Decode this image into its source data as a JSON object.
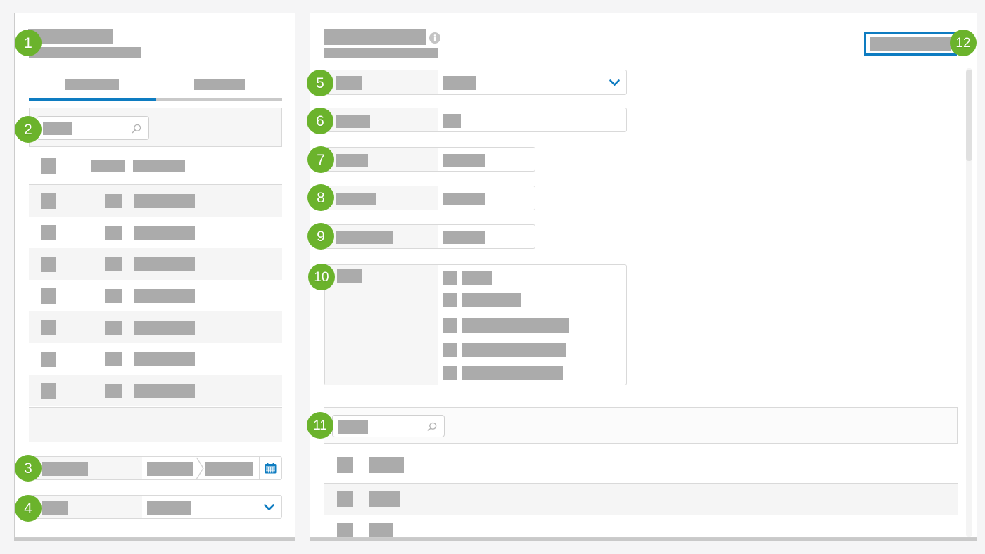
{
  "callouts": [
    "1",
    "2",
    "3",
    "4",
    "5",
    "6",
    "7",
    "8",
    "9",
    "10",
    "11",
    "12"
  ],
  "colors": {
    "accent_blue": "#0e7cc1",
    "callout_green": "#6bb32c",
    "redacted_gray": "#ababab",
    "page_background": "#f5f5f6",
    "panel_background": "#ffffff",
    "stripe_gray": "#f5f5f5",
    "field_label_background": "#f6f6f6",
    "border_gray": "#d9d9d9",
    "panel_shadow": "#c9c9c9",
    "info_icon_gray": "#c4c4c4"
  },
  "icons": {
    "search": "⌕",
    "info": "ⓘ",
    "calendar": "📅",
    "chevron_down": "⌄",
    "range_separator": "❯"
  },
  "left_panel": {
    "tab_count": 2,
    "active_tab_index": 0,
    "table_row_count": 7,
    "table_has_checkboxes": true,
    "has_search_box": true,
    "has_date_range_field": true,
    "has_dropdown_field": true
  },
  "right_panel": {
    "has_info_icon": true,
    "has_primary_button": true,
    "dropdown_field_count": 1,
    "text_field_count": 4,
    "checkbox_option_count": 5,
    "has_search_box": true,
    "table_row_count": 3,
    "has_scrollbar": true
  }
}
